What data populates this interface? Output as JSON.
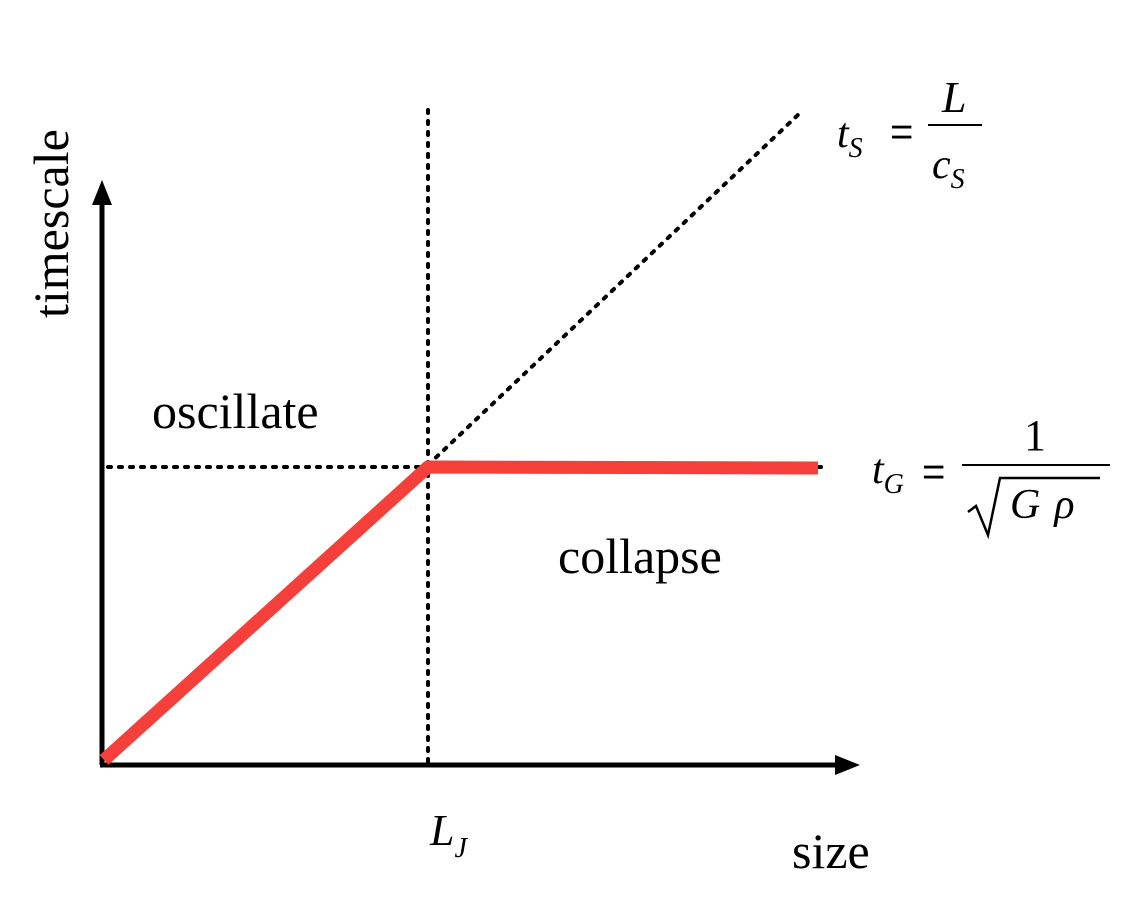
{
  "diagram": {
    "y_axis_label": "timescale",
    "x_axis_label": "size",
    "regions": {
      "upper_left": "oscillate",
      "lower_right": "collapse"
    },
    "jeans_length": {
      "symbol": "L",
      "subscript": "J"
    },
    "sound_crossing": {
      "lhs_symbol": "t",
      "lhs_subscript": "S",
      "equals": "=",
      "numerator": "L",
      "denominator_symbol": "c",
      "denominator_subscript": "S"
    },
    "free_fall": {
      "lhs_symbol": "t",
      "lhs_subscript": "G",
      "equals": "=",
      "numerator": "1",
      "radicand_g": "G",
      "radicand_rho": "ρ"
    },
    "colors": {
      "timescale_curve": "#f43f3a",
      "axes": "#000000",
      "guides": "#000000"
    }
  }
}
